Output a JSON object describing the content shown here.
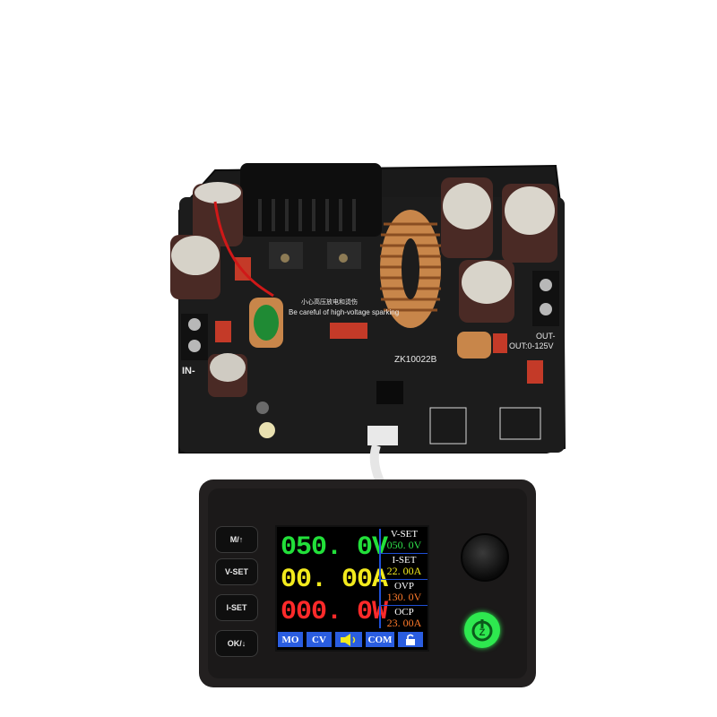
{
  "board": {
    "model_label": "ZK10022B",
    "warning_cn": "小心高压放电和烫伤",
    "warning_en": "Be careful of high-voltage sparking",
    "out_label": "OUT-",
    "out_range_label": "OUT:0-125V",
    "in_label": "IN-"
  },
  "buttons": {
    "mode": "M/↑",
    "vset": "V-SET",
    "iset": "I-SET",
    "ok": "OK/↓"
  },
  "readouts": {
    "voltage": "050. 0V",
    "current": "00. 00A",
    "power": "000. 0W"
  },
  "settings": {
    "vset_label": "V-SET",
    "vset_value": "050. 0V",
    "iset_label": "I-SET",
    "iset_value": "22. 00A",
    "ovp_label": "OVP",
    "ovp_value": "130. 0V",
    "ocp_label": "OCP",
    "ocp_value": "23. 00A"
  },
  "status": {
    "mode": "MO",
    "regulation": "CV",
    "com": "COM"
  },
  "colors": {
    "voltage": "#22e03a",
    "current": "#f2ea1d",
    "power": "#ff2a2a",
    "vset": "#2fe04a",
    "iset": "#f2ea1d",
    "ovp": "#ff7a2a",
    "ocp": "#ff7a2a",
    "accent_blue": "#2a5de0",
    "power_button_glow": "#2ee84f"
  },
  "icons": {
    "speaker": "speaker-icon",
    "lock": "lock-icon",
    "power": "power-button-icon"
  }
}
